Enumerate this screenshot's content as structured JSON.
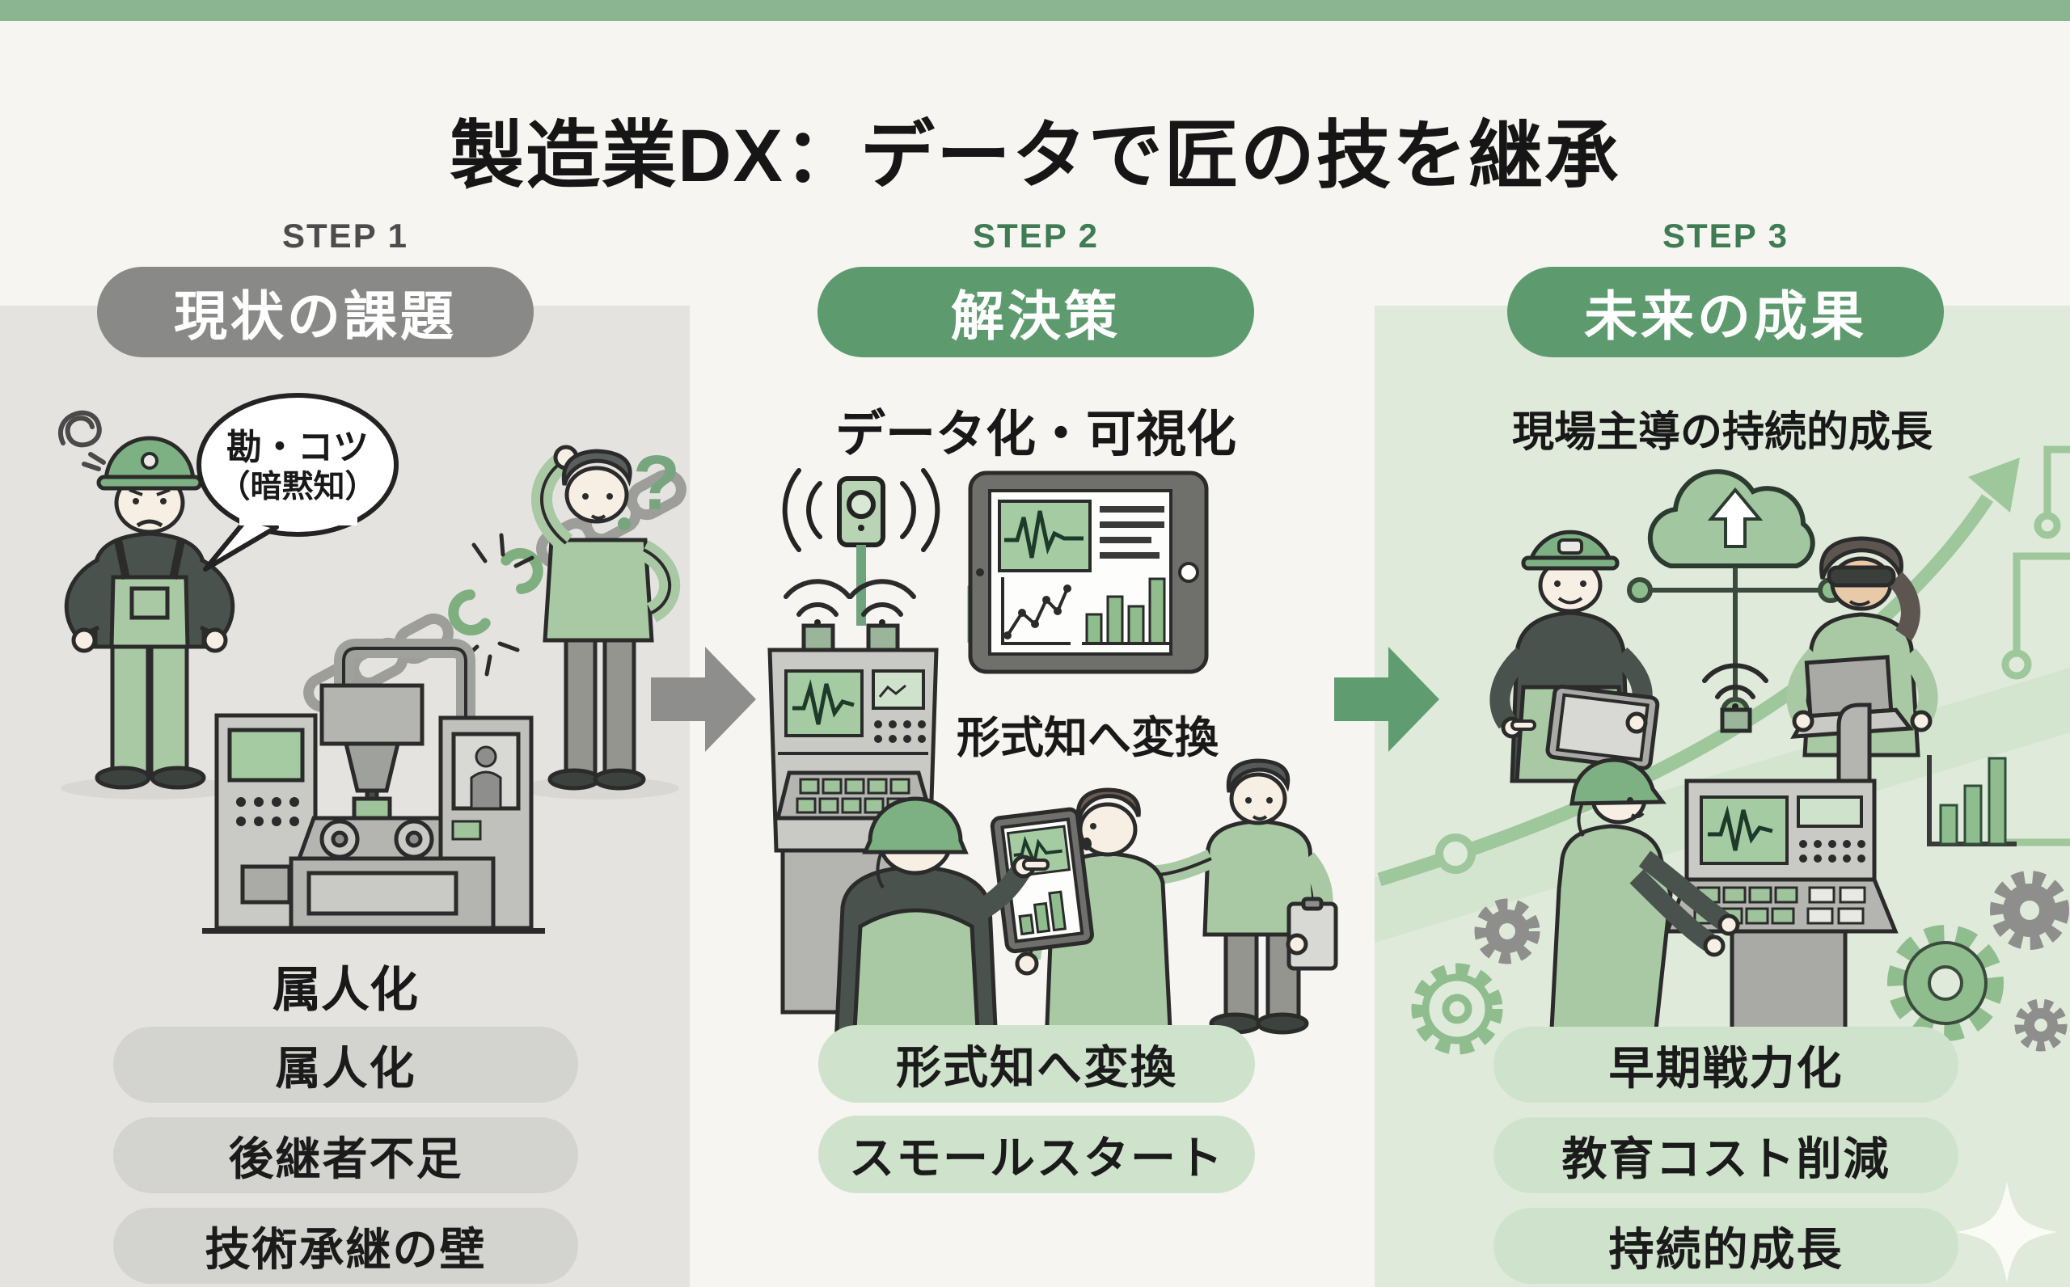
{
  "title": "製造業DX：データで匠の技を継承",
  "columns": [
    {
      "step_label": "STEP 1",
      "badge": "現状の課題",
      "speech_bubble": {
        "line1": "勘・コツ",
        "line2": "（暗黙知）"
      },
      "question_mark": "?",
      "caption": "属人化",
      "pills": [
        "属人化",
        "後継者不足",
        "技術承継の壁"
      ]
    },
    {
      "step_label": "STEP 2",
      "badge": "解決策",
      "subtitle": "データ化・可視化",
      "annotation": "形式知へ変換",
      "pills": [
        "形式知へ変換",
        "スモールスタート"
      ]
    },
    {
      "step_label": "STEP 3",
      "badge": "未来の成果",
      "subtitle": "現場主導の持続的成長",
      "pills": [
        "早期戦力化",
        "教育コスト削減",
        "持続的成長"
      ]
    }
  ],
  "icons": {
    "col1": [
      "frustration-scribble-icon",
      "speech-bubble",
      "broken-chain-icon",
      "question-mark-icon",
      "cnc-machine-icon"
    ],
    "col2": [
      "iot-sensor-icon",
      "wifi-waves-icon",
      "flow-elbow-arrow-icon",
      "data-tablet-icon",
      "machine-console-icon"
    ],
    "col3": [
      "cloud-upload-icon",
      "network-nodes-icon",
      "growth-arrow-icon",
      "circuit-lines-icon",
      "bar-chart-icon",
      "gear-icon",
      "sparkle-icon"
    ],
    "between_columns": [
      "gray-flow-arrow-icon",
      "green-flow-arrow-icon"
    ]
  },
  "colors": {
    "header_strip": "#8bb591",
    "badge_gray": "#898a88",
    "badge_green": "#5d9b6f",
    "step_green": "#3f7c54",
    "panel_gray": "#e4e3e0",
    "panel_green": "#dfeada",
    "pill_gray": "#d3d3d0",
    "pill_green": "#cfe3cc",
    "illustration_green": "#a8c9a3",
    "screen_green": "#a5cba2",
    "title_text": "#161616"
  }
}
